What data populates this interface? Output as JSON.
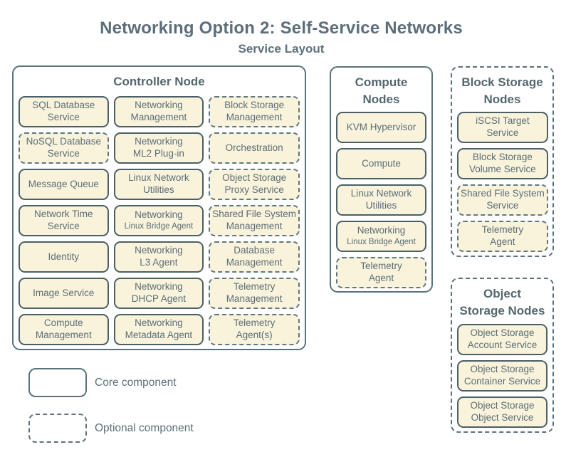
{
  "title": "Networking Option 2: Self-Service Networks",
  "subtitle": "Service Layout",
  "colors": {
    "background": "#ffffff",
    "box_fill": "#faf3db",
    "core_border": "#4a5f66",
    "optional_border": "#5f7883",
    "container_border": "#5a727c",
    "text": "#5a6e78"
  },
  "nodes": [
    {
      "id": "controller",
      "name": "controller-node",
      "border": "solid",
      "header_lines": [
        "Controller Node"
      ],
      "services": [
        {
          "lines": [
            "SQL Database",
            "Service"
          ],
          "style": "solid"
        },
        {
          "lines": [
            "Networking",
            "Management"
          ],
          "style": "solid"
        },
        {
          "lines": [
            "Block Storage",
            "Management"
          ],
          "style": "dashed"
        },
        {
          "lines": [
            "NoSQL Database",
            "Service"
          ],
          "style": "dashed"
        },
        {
          "lines": [
            "Networking",
            "ML2 Plug-in"
          ],
          "style": "solid"
        },
        {
          "lines": [
            "Orchestration"
          ],
          "style": "dashed"
        },
        {
          "lines": [
            "Message Queue"
          ],
          "style": "solid"
        },
        {
          "lines": [
            "Linux Network",
            "Utilities"
          ],
          "style": "solid"
        },
        {
          "lines": [
            "Object Storage",
            "Proxy Service"
          ],
          "style": "dashed"
        },
        {
          "lines": [
            "Network Time",
            "Service"
          ],
          "style": "solid"
        },
        {
          "lines": [
            "Networking"
          ],
          "small_line": "Linux Bridge Agent",
          "style": "solid"
        },
        {
          "lines": [
            "Shared File System",
            "Management"
          ],
          "style": "dashed"
        },
        {
          "lines": [
            "Identity"
          ],
          "style": "solid"
        },
        {
          "lines": [
            "Networking",
            "L3 Agent"
          ],
          "style": "solid"
        },
        {
          "lines": [
            "Database",
            "Management"
          ],
          "style": "dashed"
        },
        {
          "lines": [
            "Image Service"
          ],
          "style": "solid"
        },
        {
          "lines": [
            "Networking",
            "DHCP Agent"
          ],
          "style": "solid"
        },
        {
          "lines": [
            "Telemetry",
            "Management"
          ],
          "style": "dashed"
        },
        {
          "lines": [
            "Compute",
            "Management"
          ],
          "style": "solid"
        },
        {
          "lines": [
            "Networking",
            "Metadata Agent"
          ],
          "style": "solid"
        },
        {
          "lines": [
            "Telemetry",
            "Agent(s)"
          ],
          "style": "dashed"
        }
      ]
    },
    {
      "id": "compute",
      "name": "compute-nodes",
      "border": "solid",
      "header_lines": [
        "Compute",
        "Nodes"
      ],
      "services": [
        {
          "lines": [
            "KVM Hypervisor"
          ],
          "style": "solid"
        },
        {
          "lines": [
            "Compute"
          ],
          "style": "solid"
        },
        {
          "lines": [
            "Linux Network",
            "Utilities"
          ],
          "style": "solid"
        },
        {
          "lines": [
            "Networking"
          ],
          "small_line": "Linux Bridge Agent",
          "style": "solid"
        },
        {
          "lines": [
            "Telemetry",
            "Agent"
          ],
          "style": "dashed"
        }
      ]
    },
    {
      "id": "block",
      "name": "block-storage-nodes",
      "border": "dashed",
      "header_lines": [
        "Block Storage",
        "Nodes"
      ],
      "services": [
        {
          "lines": [
            "iSCSI Target",
            "Service"
          ],
          "style": "solid"
        },
        {
          "lines": [
            "Block Storage",
            "Volume Service"
          ],
          "style": "solid"
        },
        {
          "lines": [
            "Shared File System",
            "Service"
          ],
          "style": "dashed"
        },
        {
          "lines": [
            "Telemetry",
            "Agent"
          ],
          "style": "dashed"
        }
      ]
    },
    {
      "id": "object",
      "name": "object-storage-nodes",
      "border": "dashed",
      "header_lines": [
        "Object",
        "Storage Nodes"
      ],
      "services": [
        {
          "lines": [
            "Object Storage",
            "Account Service"
          ],
          "style": "solid"
        },
        {
          "lines": [
            "Object Storage",
            "Container Service"
          ],
          "style": "solid"
        },
        {
          "lines": [
            "Object Storage",
            "Object Service"
          ],
          "style": "solid"
        }
      ]
    }
  ],
  "legend": {
    "items": [
      {
        "style": "solid",
        "label": "Core component"
      },
      {
        "style": "dashed",
        "label": "Optional component"
      }
    ]
  }
}
